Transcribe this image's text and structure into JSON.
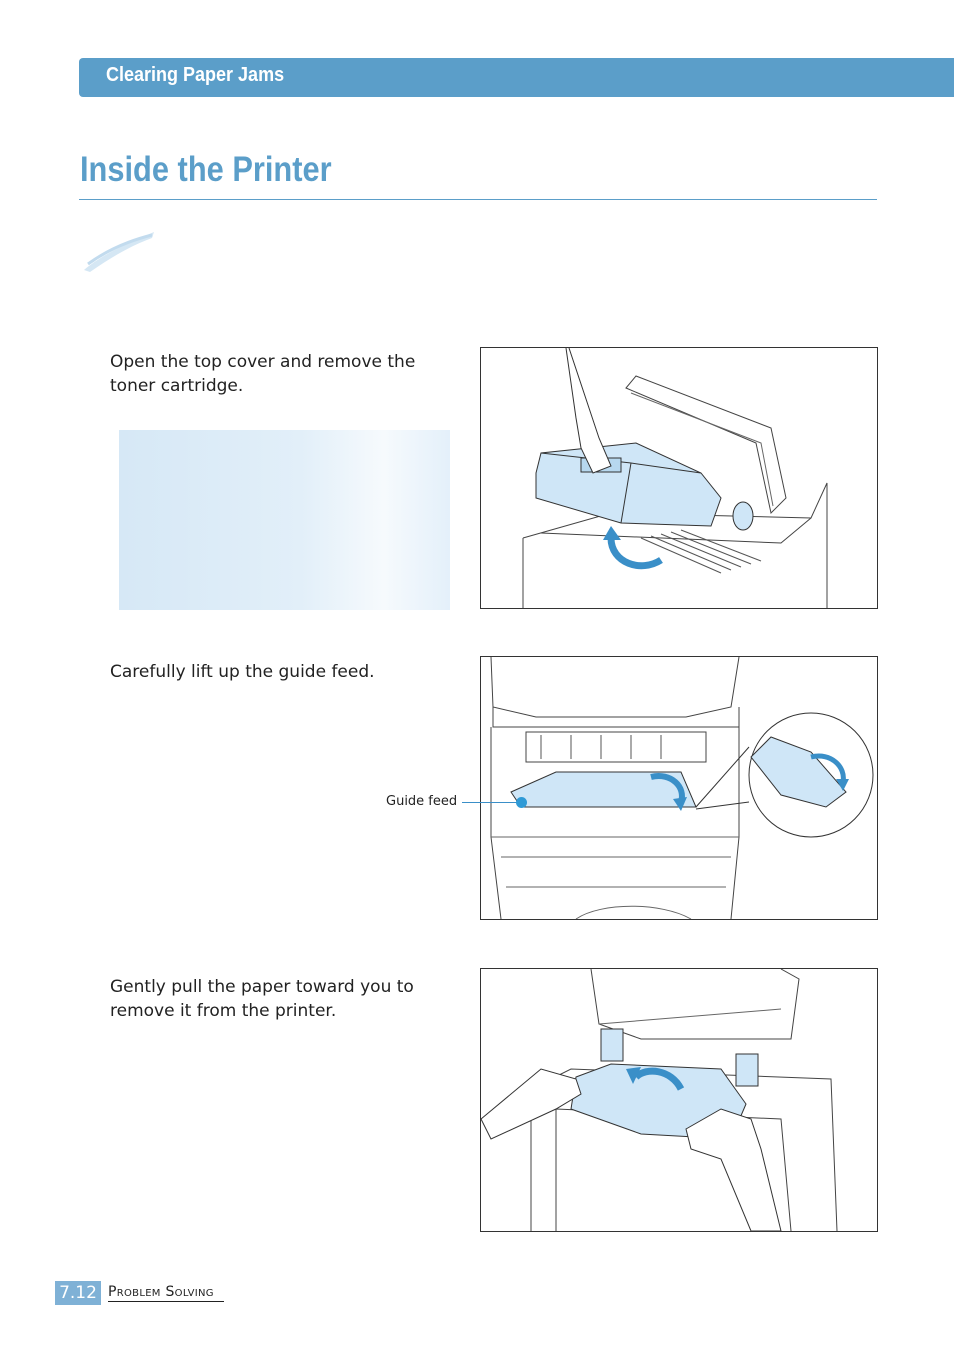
{
  "header": {
    "section": "Clearing Paper Jams"
  },
  "title": "Inside the Printer",
  "steps": [
    {
      "text": "Open the top cover and remove the toner cartridge."
    },
    {
      "text": "Carefully lift up the guide feed.",
      "callout": "Guide feed"
    },
    {
      "text": "Gently pull the paper toward you to remove it from the printer."
    }
  ],
  "footer": {
    "page_number": "7.12",
    "section": "Problem Solving"
  },
  "colors": {
    "accent": "#5b9ec9",
    "note_bg": "#dcecf8",
    "illustration_highlight": "#cfe6f7"
  }
}
